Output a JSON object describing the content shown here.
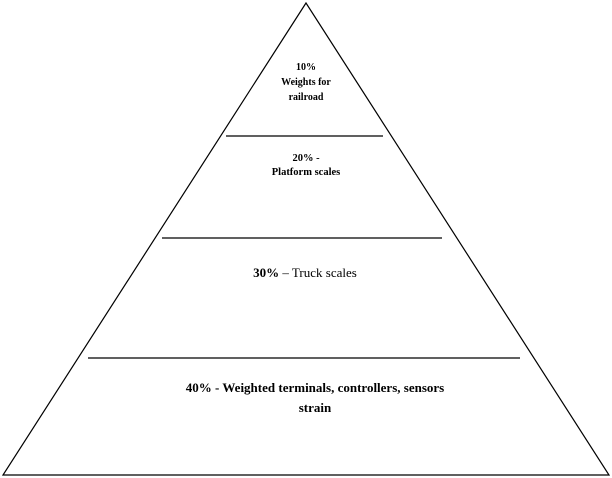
{
  "diagram": {
    "type": "pyramid",
    "stroke_color": "#000000",
    "background_color": "#ffffff",
    "tiers": [
      {
        "percent": "10%",
        "lines": [
          "Weights for",
          "railroad"
        ]
      },
      {
        "percent": "20% -",
        "lines": [
          "Platform scales"
        ]
      },
      {
        "percent": "30%",
        "lines": [
          "– Truck scales"
        ]
      },
      {
        "percent": "40% -",
        "lines": [
          "Weighted terminals, controllers, sensors",
          "strain"
        ]
      }
    ]
  }
}
